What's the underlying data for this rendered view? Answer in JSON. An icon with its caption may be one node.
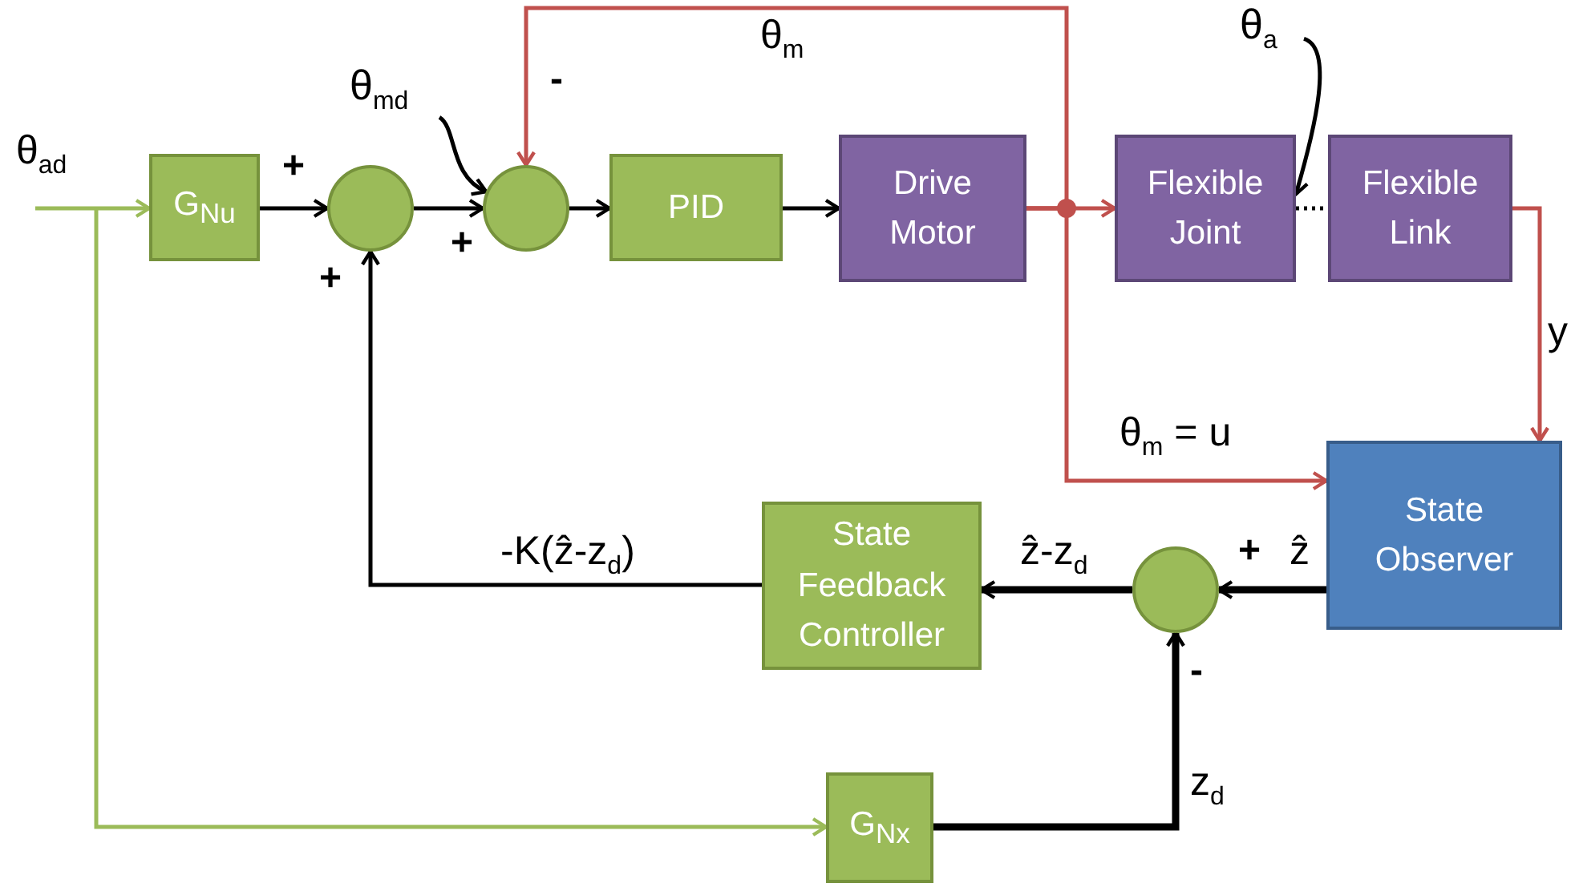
{
  "diagram": {
    "nodes": [
      {
        "text": [
          "G$_{Nu}$"
        ]
      },
      {
        "text": [],
        "shape": "circle"
      },
      {
        "text": [],
        "shape": "circle"
      },
      {
        "text": [
          "PID"
        ]
      },
      {
        "text": [
          "Drive Motor"
        ]
      },
      {
        "text": [
          "Flexible Joint"
        ]
      },
      {
        "text": [
          "Flexible Link"
        ]
      },
      {
        "text": [
          "State Observer"
        ]
      },
      {
        "text": [],
        "shape": "circle"
      },
      {
        "text": [
          "State Feedback Controller"
        ]
      },
      {
        "text": [
          "G$_{Nx}$"
        ]
      },
      {
        "text": [
          "θ$_{md}$"
        ]
      },
      {
        "text": [
          "θ$_{a}$"
        ]
      }
    ],
    "edges": [
      {
        "from": null,
        "to": 0,
        "arrow": "to",
        "label": "θ$_{ad}$",
        "color": "#9bbb59"
      },
      {
        "from": null,
        "to": 10,
        "arrow": "to",
        "color": "#9bbb59"
      },
      {
        "from": 0,
        "to": 1,
        "arrow": "to"
      },
      {
        "from": 1,
        "to": 2,
        "arrow": "to"
      },
      {
        "from": 2,
        "to": 3,
        "arrow": "to"
      },
      {
        "from": 3,
        "to": 4,
        "arrow": "to"
      },
      {
        "from": 4,
        "to": 5,
        "arrow": "to",
        "color": "#c0504d"
      },
      {
        "from": 4,
        "to": 2,
        "arrow": "to",
        "label": "θ$_{m}$",
        "color": "#c0504d"
      },
      {
        "from": 4,
        "to": 7,
        "arrow": "to",
        "label": "θ$_{m}$ = u",
        "color": "#c0504d"
      },
      {
        "from": 6,
        "to": 7,
        "arrow": "to",
        "label": "y",
        "color": "#c0504d"
      },
      {
        "from": 7,
        "to": 8,
        "arrow": "to",
        "label": "ẑ",
        "style": "thick"
      },
      {
        "from": 8,
        "to": 9,
        "arrow": "to",
        "label": "ẑ-z$_{d}$",
        "style": "thick"
      },
      {
        "from": 10,
        "to": 8,
        "arrow": "to",
        "label": "z$_{d}$",
        "style": "thick"
      },
      {
        "from": 9,
        "to": 1,
        "arrow": "to",
        "label": "-K(ẑ-z$_{d}$)"
      },
      {
        "from": 11,
        "to": 2,
        "arrow": "to"
      },
      {
        "from": 12,
        "to": 5,
        "arrow": "to"
      },
      {
        "from": 5,
        "to": 6,
        "arrow": "none",
        "style": "dashed"
      }
    ],
    "labels": [
      "-",
      "+",
      "+",
      "+",
      "+",
      "-"
    ]
  }
}
